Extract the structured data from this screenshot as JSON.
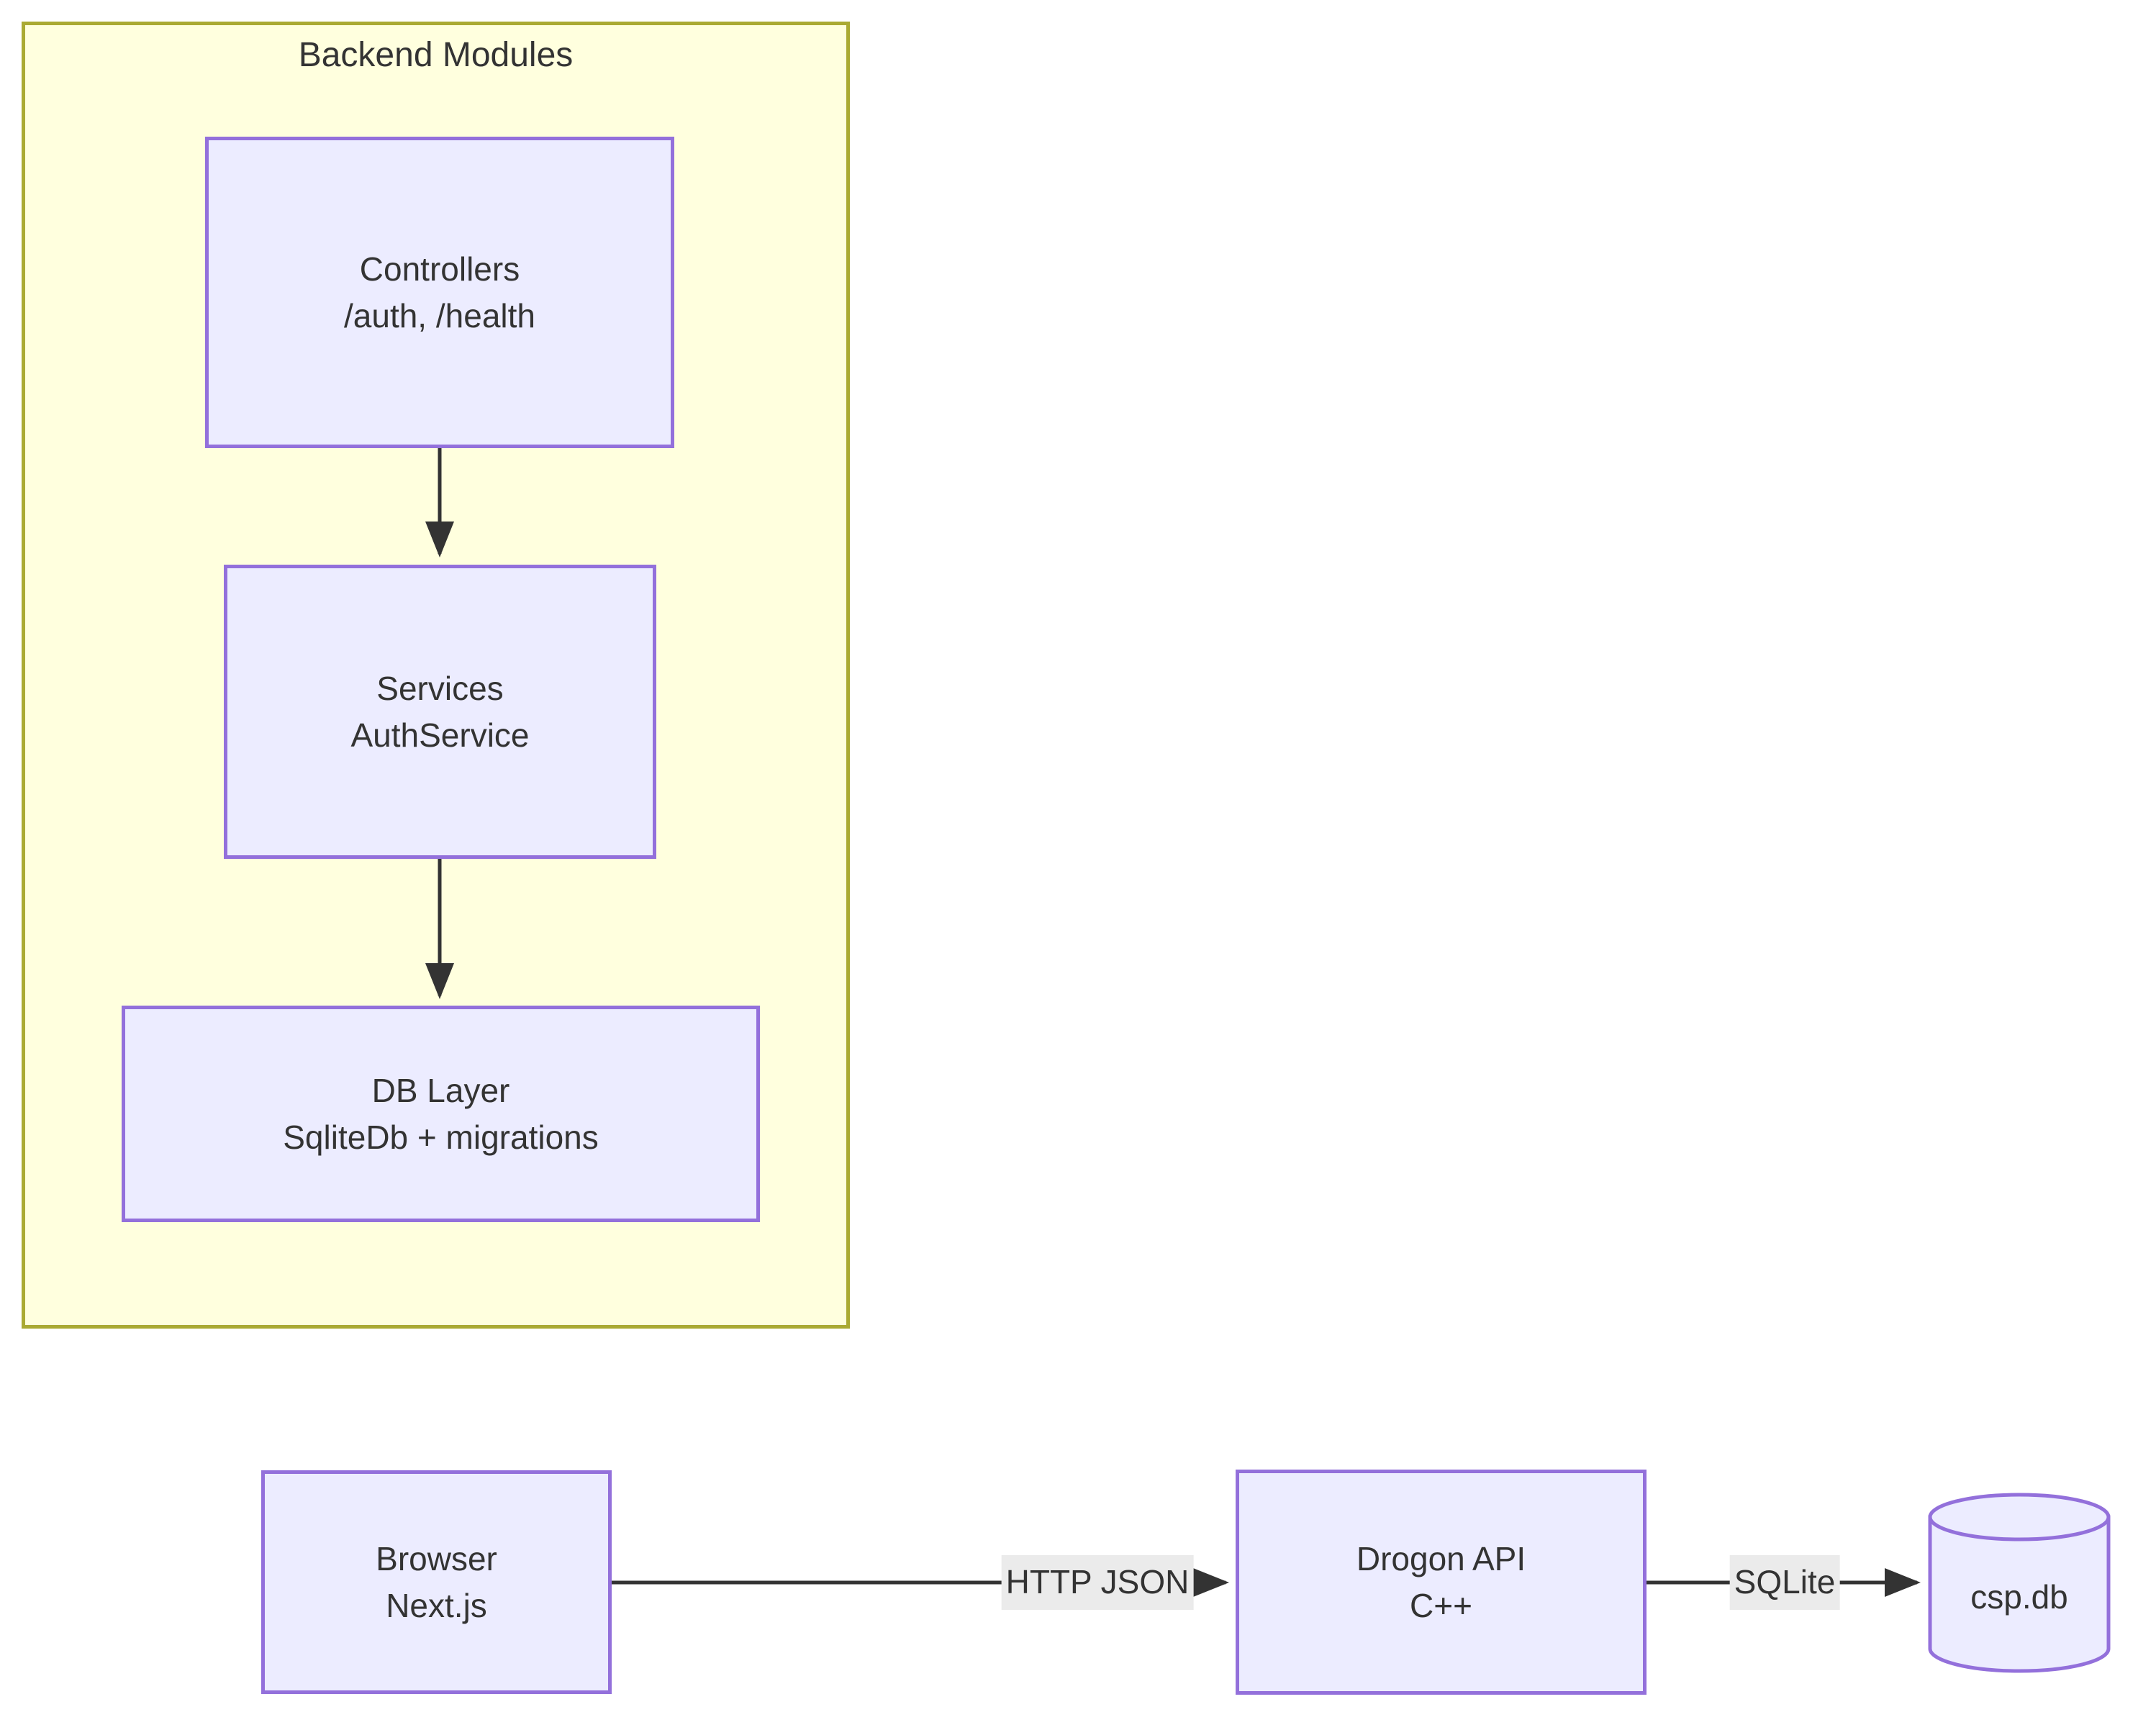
{
  "diagram": {
    "type": "flowchart",
    "background": "#ffffff",
    "node_fill": "#ececff",
    "node_stroke": "#9370db",
    "cluster_fill": "#ffffde",
    "cluster_stroke": "#aaaa33",
    "edge_stroke": "#333333",
    "label_fill": "#ebebeb",
    "text_color": "#333333"
  },
  "cluster": {
    "title": "Backend Modules"
  },
  "nodes": [
    {
      "id": "controllers",
      "shape": "rect",
      "line1": "Controllers",
      "line2": "/auth, /health"
    },
    {
      "id": "services",
      "shape": "rect",
      "line1": "Services",
      "line2": "AuthService"
    },
    {
      "id": "dblayer",
      "shape": "rect",
      "line1": "DB Layer",
      "line2": "SqliteDb + migrations"
    },
    {
      "id": "browser",
      "shape": "rect",
      "line1": "Browser",
      "line2": "Next.js"
    },
    {
      "id": "drogon",
      "shape": "rect",
      "line1": "Drogon API",
      "line2": "C++"
    },
    {
      "id": "cspdb",
      "shape": "cylinder",
      "line1": "csp.db",
      "line2": ""
    }
  ],
  "edges": [
    {
      "from": "controllers",
      "to": "services",
      "label": "",
      "arrow": "down"
    },
    {
      "from": "services",
      "to": "dblayer",
      "label": "",
      "arrow": "down"
    },
    {
      "from": "browser",
      "to": "drogon",
      "label": "HTTP JSON",
      "arrow": "right"
    },
    {
      "from": "drogon",
      "to": "cspdb",
      "label": "SQLite",
      "arrow": "right"
    }
  ]
}
